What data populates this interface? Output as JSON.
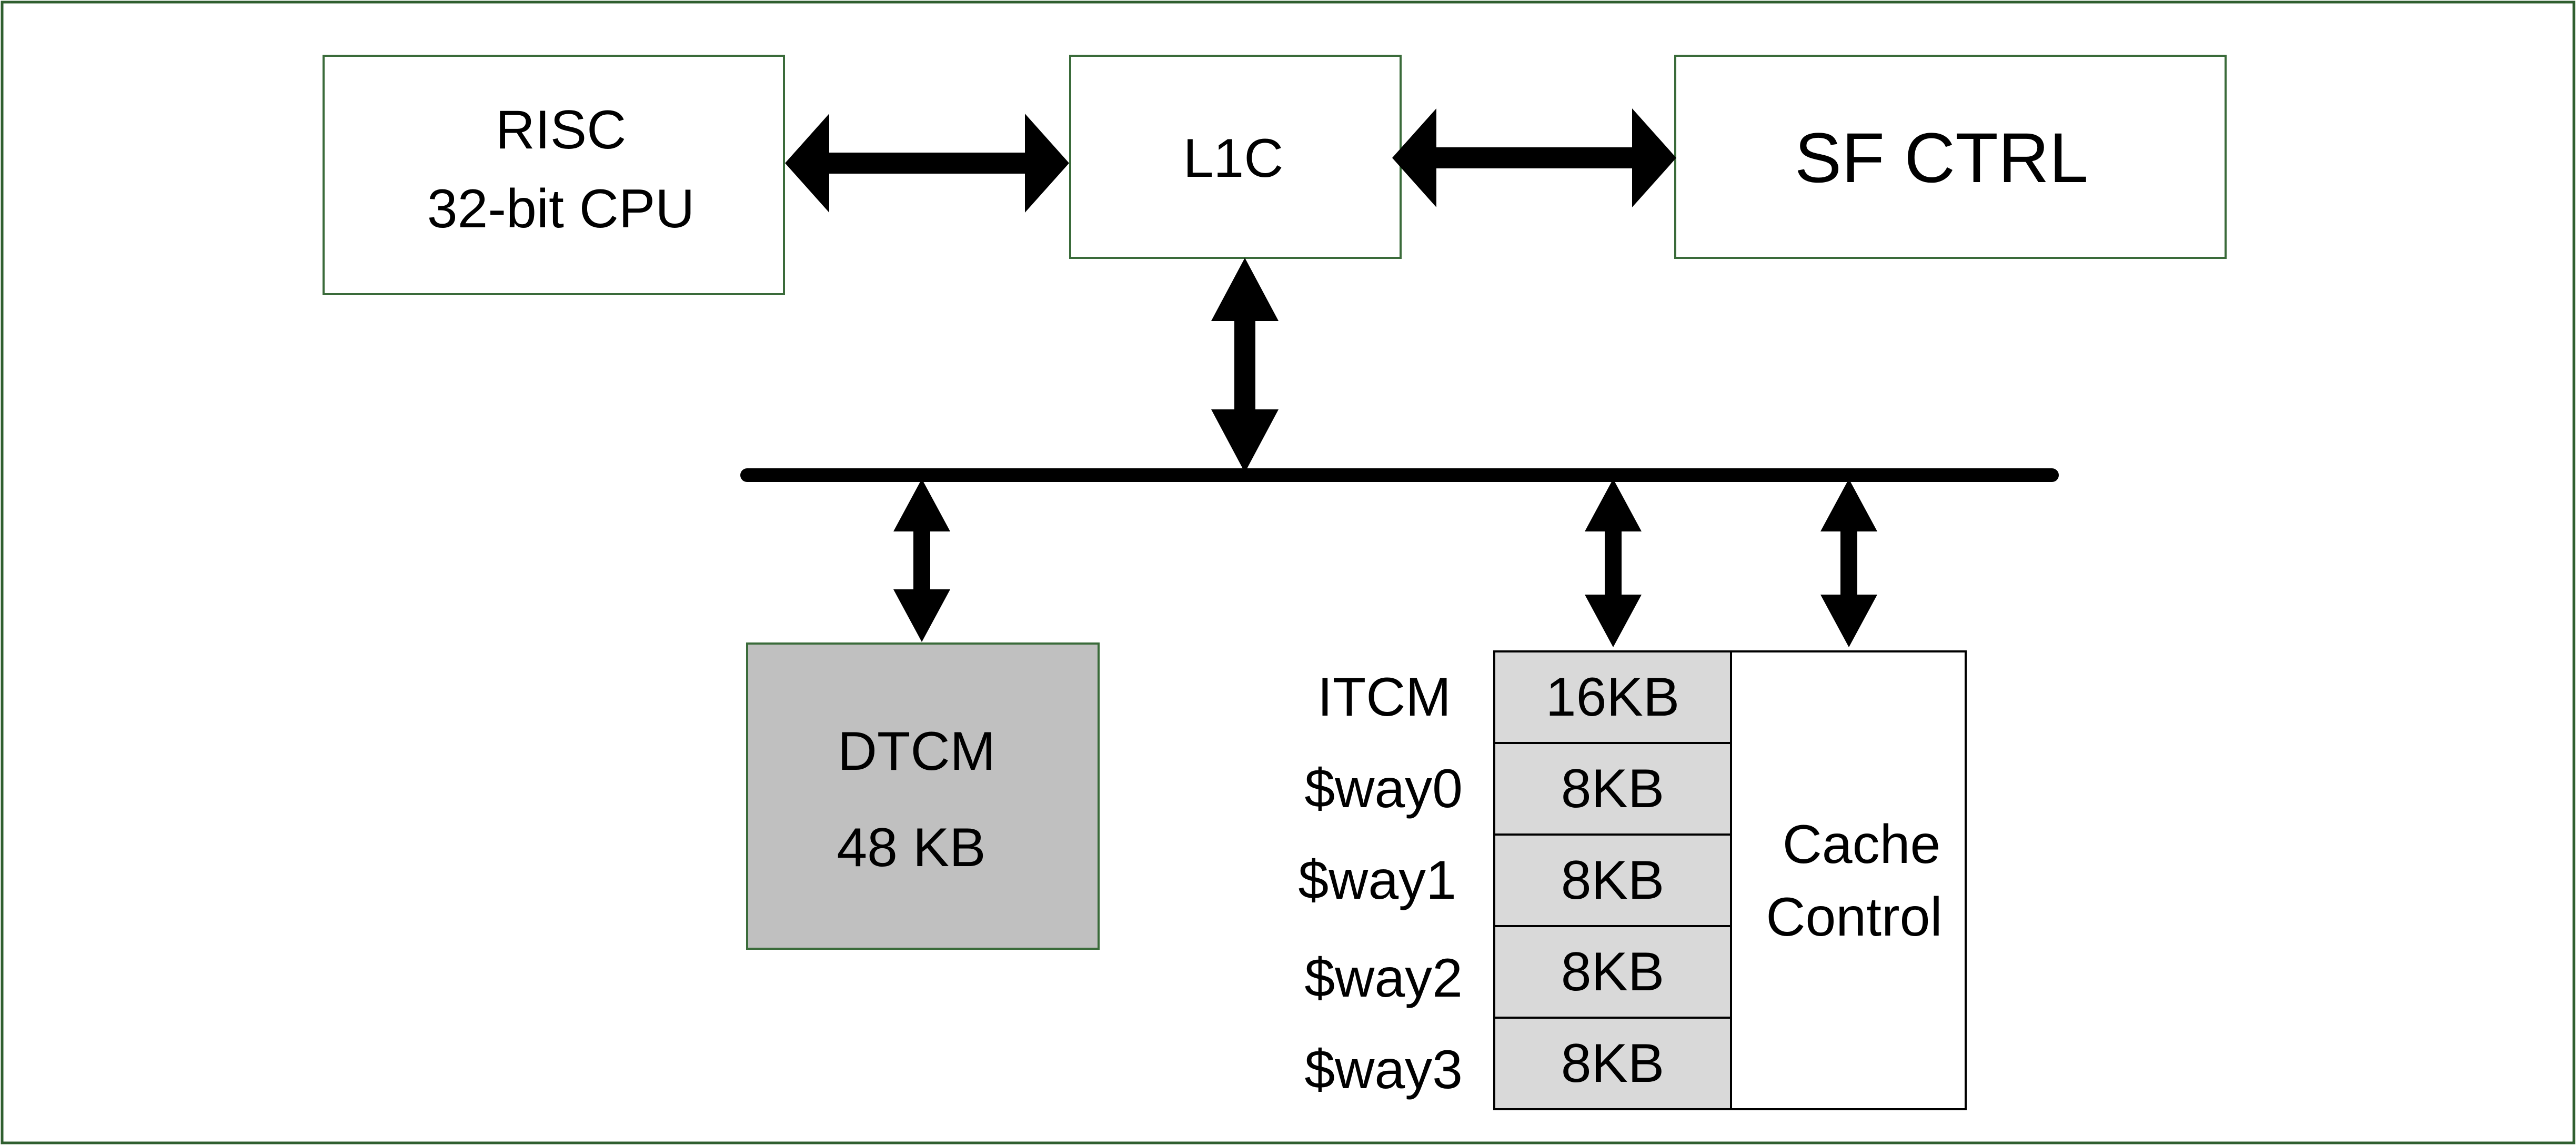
{
  "blocks": {
    "risc": {
      "line1": "RISC",
      "line2": "32-bit CPU"
    },
    "l1c": {
      "label": "L1C"
    },
    "sf_ctrl": {
      "label": "SF CTRL"
    },
    "dtcm": {
      "line1": "DTCM",
      "line2": "48 KB"
    },
    "cache_control": {
      "line1": "Cache",
      "line2": "Control"
    }
  },
  "memory_rows": [
    {
      "name": "ITCM",
      "size": "16KB"
    },
    {
      "name": "$way0",
      "size": "8KB"
    },
    {
      "name": "$way1",
      "size": "8KB"
    },
    {
      "name": "$way2",
      "size": "8KB"
    },
    {
      "name": "$way3",
      "size": "8KB"
    }
  ],
  "colors": {
    "frame_border": "#2f5f2f",
    "box_border": "#3a6b3a",
    "dtcm_fill": "#c0c0c0",
    "memory_cell_fill": "#d9d9d9",
    "arrow": "#000000"
  }
}
